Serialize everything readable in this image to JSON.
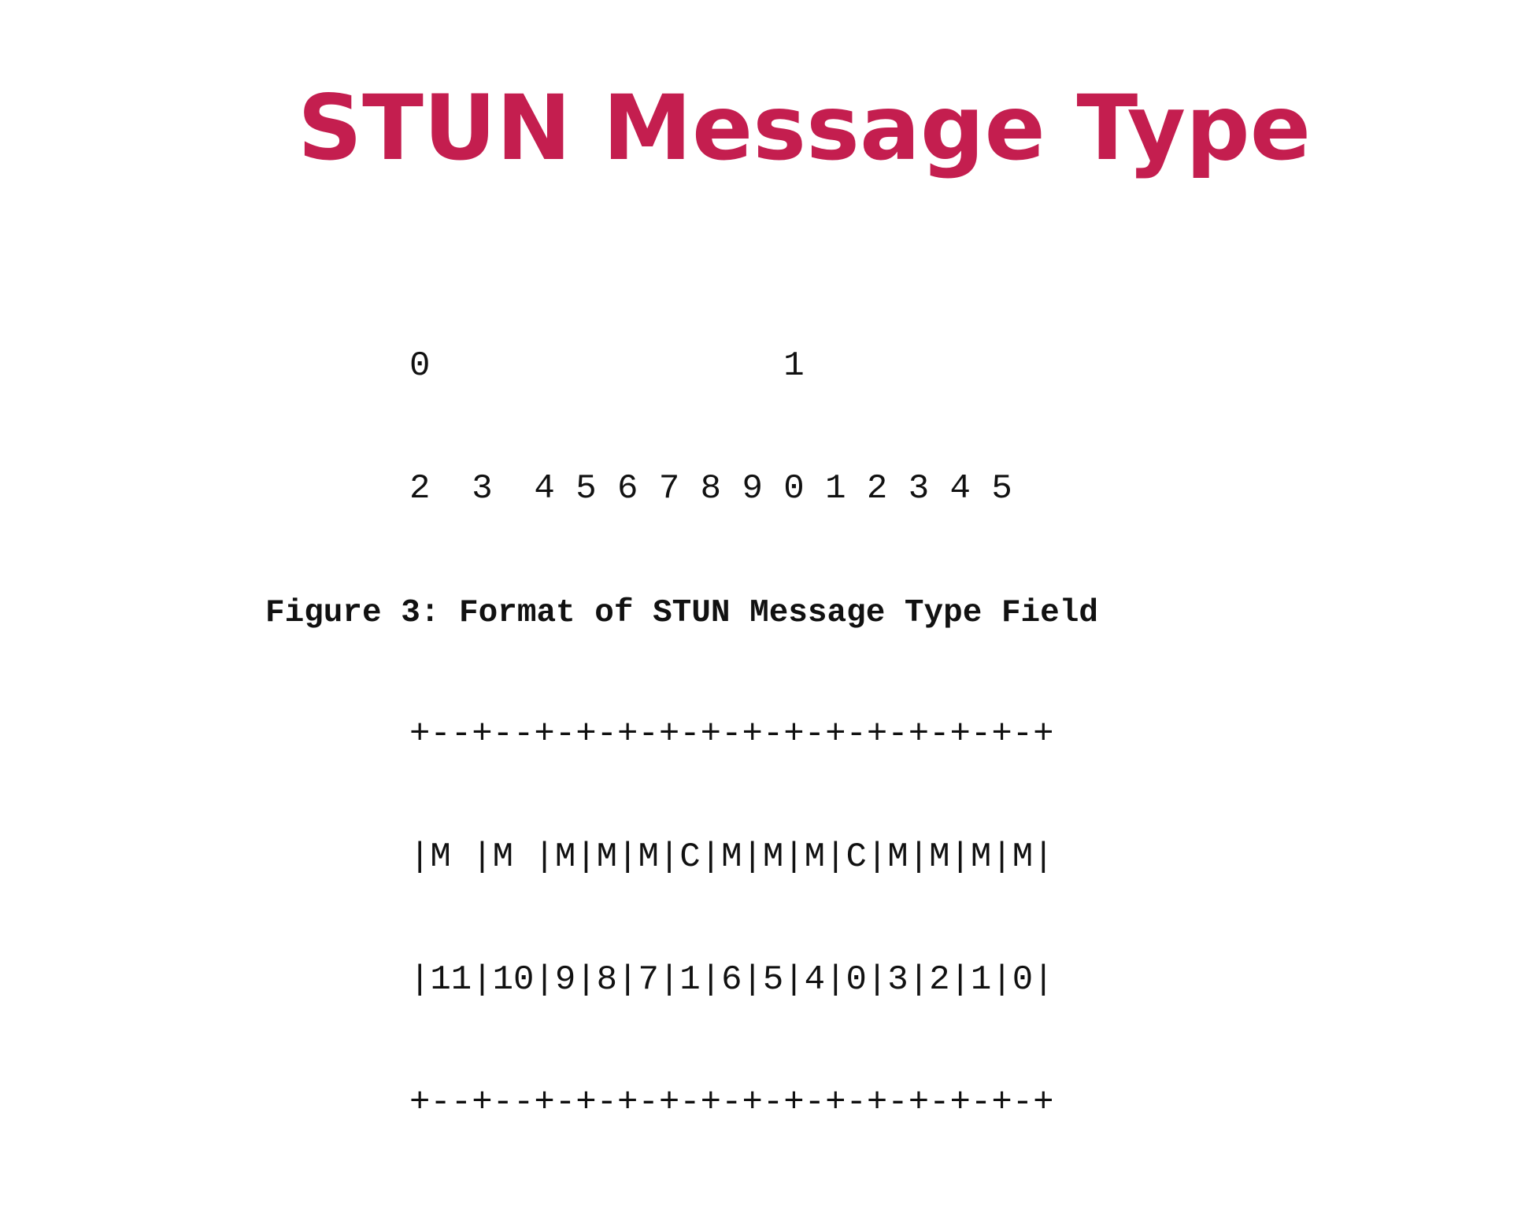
{
  "slide": {
    "title": "STUN Message Type",
    "title_color": "#c41e4f",
    "diagram": {
      "bit_index_row_1": "0                 1",
      "bit_index_row_2": "2  3  4 5 6 7 8 9 0 1 2 3 4 5",
      "border_top": "+--+--+-+-+-+-+-+-+-+-+-+-+-+-+",
      "field_row_1": "|M |M |M|M|M|C|M|M|M|C|M|M|M|M|",
      "field_row_2": "|11|10|9|8|7|1|6|5|4|0|3|2|1|0|",
      "border_bottom": "+--+--+-+-+-+-+-+-+-+-+-+-+-+-+"
    },
    "caption": "Figure 3: Format of STUN Message Type Field"
  }
}
